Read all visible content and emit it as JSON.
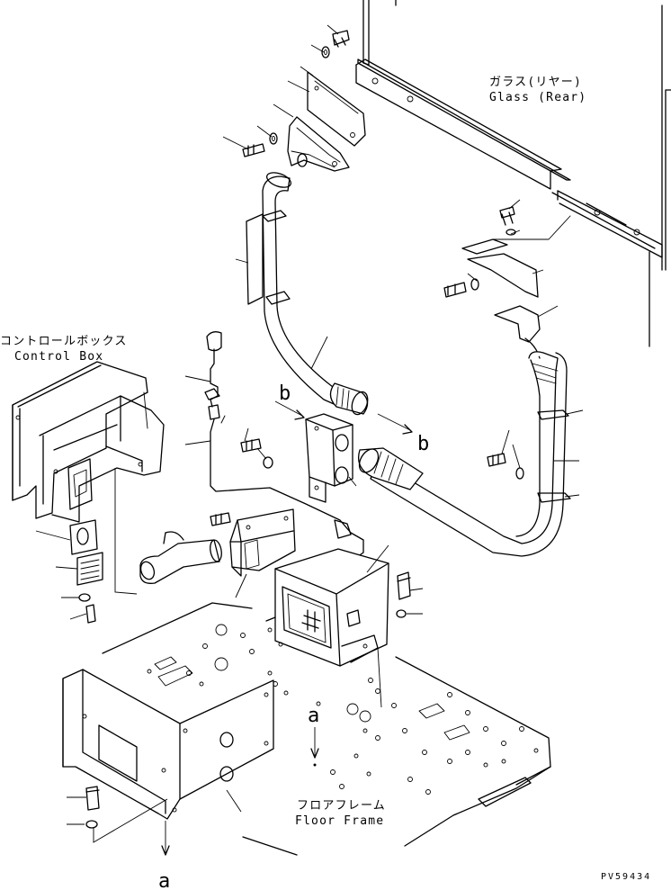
{
  "labels": {
    "glass_rear_jp": "ガラス(リヤー)",
    "glass_rear_en": "Glass (Rear)",
    "control_box_jp": "コントロールボックス",
    "control_box_en": "Control Box",
    "floor_frame_jp": "フロアフレーム",
    "floor_frame_en": "Floor Frame",
    "ref_b_1": "b",
    "ref_b_2": "b",
    "ref_a_1": "a",
    "ref_a_2": "a",
    "drawing_code": "PV59434"
  }
}
